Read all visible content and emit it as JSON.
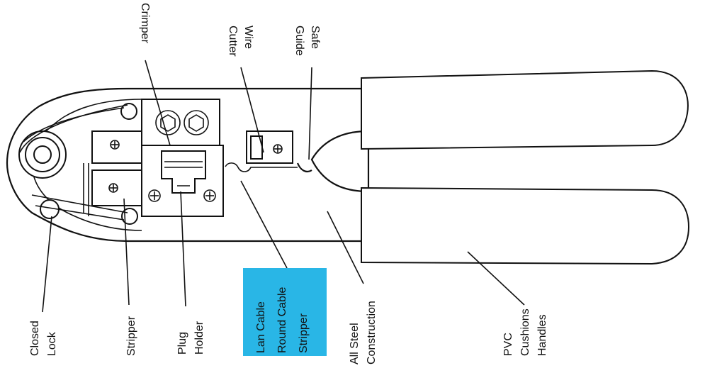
{
  "labels": {
    "crimper": [
      "Crimper"
    ],
    "wire_cutter": [
      "Wire",
      "Cutter"
    ],
    "safe_guide": [
      "Safe",
      "Guide"
    ],
    "closed_lock": [
      "Closed",
      "Lock"
    ],
    "stripper": [
      "Stripper"
    ],
    "plug_holder": [
      "Plug",
      "Holder"
    ],
    "lan_cable_stripper": [
      "Lan Cable",
      "Round Cable",
      "Stripper"
    ],
    "all_steel_construction": [
      "All Steel",
      "Construction"
    ],
    "pvc_handles": [
      "PVC",
      "Cushions",
      "Handles"
    ]
  },
  "colors": {
    "highlight": "#29b6e6",
    "outline": "#111111",
    "background": "#ffffff"
  }
}
